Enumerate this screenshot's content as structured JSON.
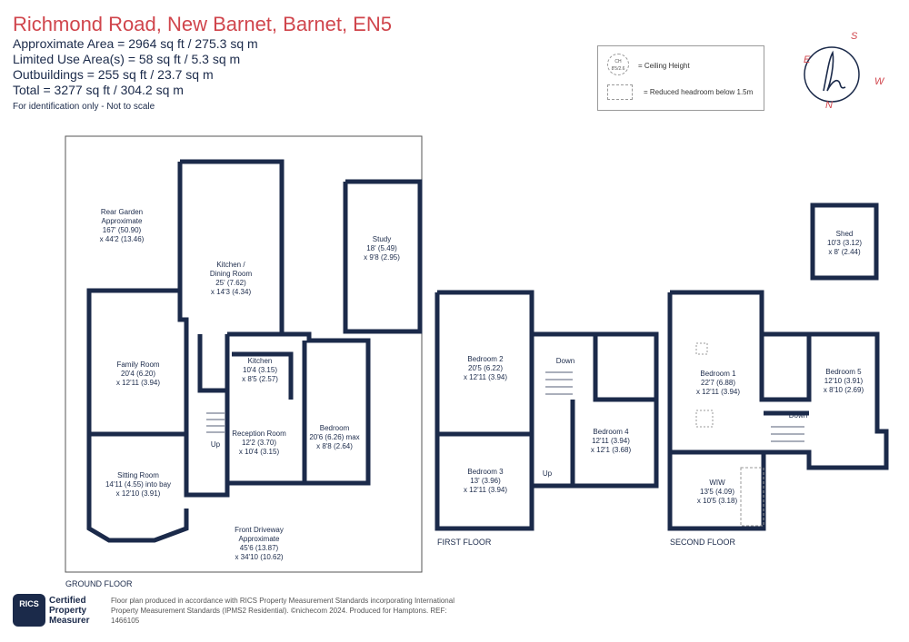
{
  "header": {
    "title": "Richmond Road, New Barnet, Barnet, EN5",
    "lines": [
      "Approximate Area = 2964 sq ft / 275.3 sq m",
      "Limited Use Area(s) = 58 sq ft / 5.3 sq m",
      "Outbuildings = 255 sq ft / 23.7 sq m",
      "Total = 3277 sq ft / 304.2 sq m"
    ],
    "note": "For identification only - Not to scale"
  },
  "legend": {
    "ceiling_height": "= Ceiling Height",
    "reduced_headroom": "= Reduced headroom below 1.5m",
    "ch_symbol": "CH 8'5/2.6"
  },
  "compass": {
    "n": "N",
    "s": "S",
    "e": "E",
    "w": "W"
  },
  "rooms": {
    "rear_garden": [
      "Rear Garden",
      "Approximate",
      "167' (50.90)",
      "x 44'2 (13.46)"
    ],
    "kitchen_dining": [
      "Kitchen /",
      "Dining Room",
      "25' (7.62)",
      "x 14'3 (4.34)"
    ],
    "study": [
      "Study",
      "18' (5.49)",
      "x 9'8 (2.95)"
    ],
    "family_room": [
      "Family Room",
      "20'4 (6.20)",
      "x 12'11 (3.94)"
    ],
    "kitchen": [
      "Kitchen",
      "10'4 (3.15)",
      "x 8'5 (2.57)"
    ],
    "reception_room": [
      "Reception Room",
      "12'2 (3.70)",
      "x 10'4 (3.15)"
    ],
    "bedroom_gf": [
      "Bedroom",
      "20'6 (6.26) max",
      "x 8'8 (2.64)"
    ],
    "sitting_room": [
      "Sitting Room",
      "14'11 (4.55) into bay",
      "x 12'10 (3.91)"
    ],
    "front_driveway": [
      "Front Driveway",
      "Approximate",
      "45'6 (13.87)",
      "x 34'10 (10.62)"
    ],
    "bedroom2": [
      "Bedroom 2",
      "20'5 (6.22)",
      "x 12'11 (3.94)"
    ],
    "bedroom3": [
      "Bedroom 3",
      "13' (3.96)",
      "x 12'11 (3.94)"
    ],
    "bedroom4": [
      "Bedroom 4",
      "12'11 (3.94)",
      "x 12'1 (3.68)"
    ],
    "bedroom1": [
      "Bedroom 1",
      "22'7 (6.88)",
      "x 12'11 (3.94)"
    ],
    "bedroom5": [
      "Bedroom 5",
      "12'10 (3.91)",
      "x 8'10 (2.69)"
    ],
    "wiw": [
      "WIW",
      "13'5 (4.09)",
      "x 10'5 (3.18)"
    ],
    "shed": [
      "Shed",
      "10'3 (3.12)",
      "x 8' (2.44)"
    ]
  },
  "markers": {
    "up": "Up",
    "down": "Down"
  },
  "floors": {
    "ground": "GROUND FLOOR",
    "first": "FIRST FLOOR",
    "second": "SECOND FLOOR"
  },
  "footer": {
    "rics_logo": "RICS",
    "rics_label": [
      "Certified",
      "Property",
      "Measurer"
    ],
    "text": "Floor plan produced in accordance with RICS Property Measurement Standards incorporating International Property Measurement Standards (IPMS2 Residential). ©nichecom 2024. Produced for Hamptons. REF: 1466105"
  },
  "colors": {
    "wall": "#1b2a4a",
    "title": "#d0454c"
  }
}
